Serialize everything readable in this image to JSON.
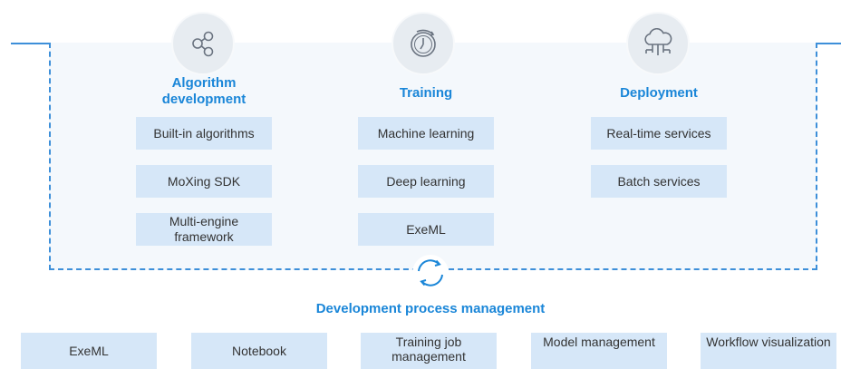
{
  "stages": [
    {
      "title": "Algorithm development",
      "icon": "share-nodes-icon",
      "items": [
        "Built-in algorithms",
        "MoXing SDK",
        "Multi-engine framework"
      ]
    },
    {
      "title": "Training",
      "icon": "stopwatch-icon",
      "items": [
        "Machine learning",
        "Deep learning",
        "ExeML"
      ]
    },
    {
      "title": "Deployment",
      "icon": "cloud-network-icon",
      "items": [
        "Real-time services",
        "Batch services"
      ]
    }
  ],
  "process": {
    "title": "Development process management",
    "icon": "refresh-cycle-icon",
    "items": [
      "ExeML",
      "Notebook",
      "Training job management",
      "Model management",
      "Workflow visualization"
    ]
  },
  "colors": {
    "accent": "#1a86d8",
    "box": "#d6e7f8",
    "line": "#3d8fd9"
  }
}
